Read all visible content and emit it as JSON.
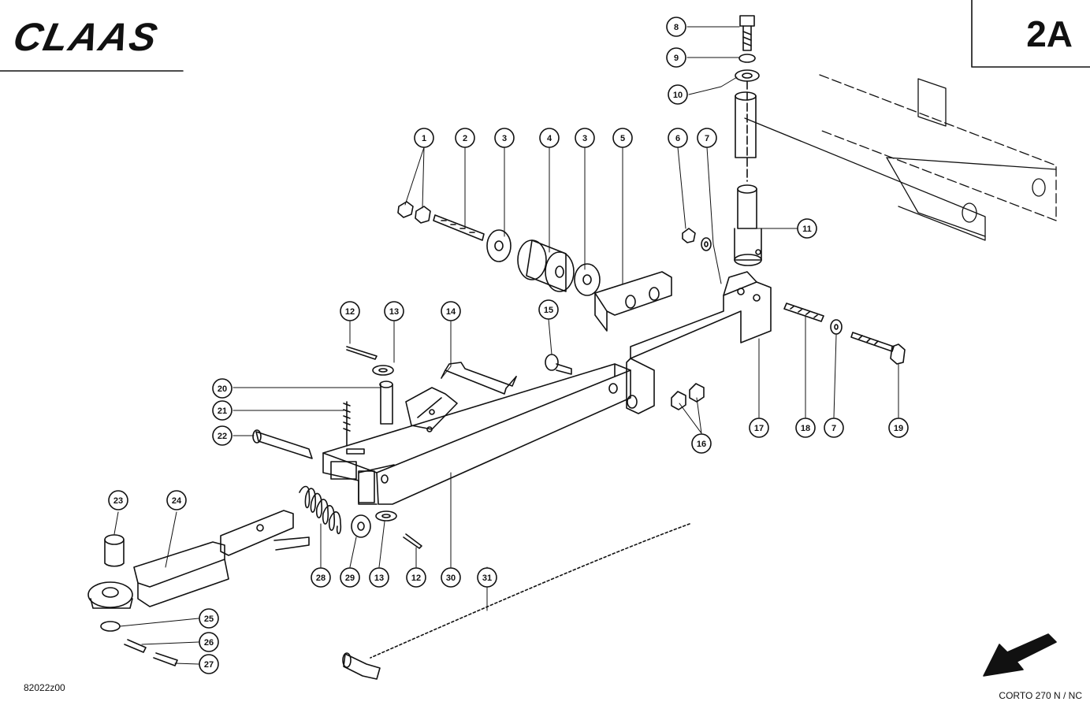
{
  "header": {
    "brand": "CLAAS",
    "page_id": "2A"
  },
  "footer": {
    "drawing_number": "82022z00",
    "model": "CORTO 270 N / NC"
  },
  "callouts": [
    "1",
    "2",
    "3",
    "4",
    "3",
    "5",
    "6",
    "7",
    "8",
    "9",
    "10",
    "11",
    "12",
    "13",
    "14",
    "15",
    "16",
    "17",
    "18",
    "7",
    "19",
    "20",
    "21",
    "22",
    "23",
    "24",
    "25",
    "26",
    "27",
    "28",
    "29",
    "13",
    "12",
    "30",
    "31"
  ]
}
